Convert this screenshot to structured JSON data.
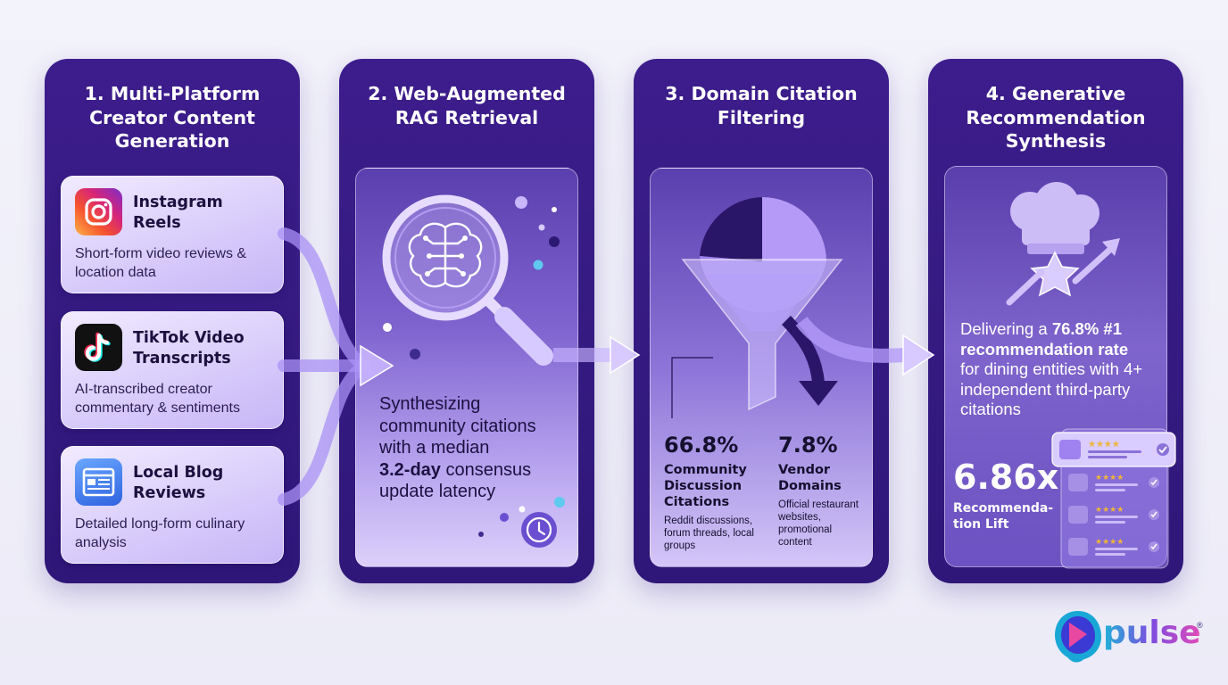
{
  "colors": {
    "panel": "#341a80",
    "card": "#d9cdfb",
    "accent": "#9b7cf0",
    "brand_pink": "#e24bb8",
    "brand_cyan": "#20b6d8"
  },
  "steps": [
    {
      "title_lines": [
        "1. Multi-Platform",
        "Creator Content",
        "Generation"
      ]
    },
    {
      "title_lines": [
        "2. Web-Augmented",
        "RAG Retrieval"
      ]
    },
    {
      "title_lines": [
        "3. Domain Citation",
        "Filtering"
      ]
    },
    {
      "title_lines": [
        "4. Generative",
        "Recommendation",
        "Synthesis"
      ]
    }
  ],
  "sources": [
    {
      "icon": "instagram-icon",
      "title_lines": [
        "Instagram",
        "Reels"
      ],
      "desc_lines": [
        "Short-form video reviews &",
        "location data"
      ]
    },
    {
      "icon": "tiktok-icon",
      "title_lines": [
        "TikTok Video",
        "Transcripts"
      ],
      "desc_lines": [
        "AI-transcribed creator",
        "commentary & sentiments"
      ]
    },
    {
      "icon": "blog-icon",
      "title_lines": [
        "Local Blog",
        "Reviews"
      ],
      "desc_lines": [
        "Detailed long-form culinary",
        "analysis"
      ]
    }
  ],
  "retrieval": {
    "icon": "brain-search-icon",
    "lines": [
      [
        {
          "t": "Synthesizing",
          "b": false
        }
      ],
      [
        {
          "t": "community citations",
          "b": false
        }
      ],
      [
        {
          "t": "with a median",
          "b": false
        }
      ],
      [
        {
          "t": "3.2-day",
          "b": true
        },
        {
          "t": " consensus",
          "b": false
        }
      ],
      [
        {
          "t": "update latency",
          "b": false
        }
      ]
    ]
  },
  "filtering": {
    "community": {
      "value": "66.8%",
      "label_lines": [
        "Community",
        "Discussion",
        "Citations"
      ],
      "desc_lines": [
        "Reddit discussions,",
        "forum threads, local",
        "groups"
      ]
    },
    "vendor": {
      "value": "7.8%",
      "label_lines": [
        "Vendor",
        "Domains"
      ],
      "desc_lines": [
        "Official restaurant",
        "websites,",
        "promotional",
        "content"
      ]
    }
  },
  "synthesis": {
    "lines": [
      [
        {
          "t": "Delivering a ",
          "b": false
        },
        {
          "t": "76.8% #1",
          "b": true
        }
      ],
      [
        {
          "t": "recommendation rate",
          "b": true
        }
      ],
      [
        {
          "t": "for dining entities with 4+",
          "b": false
        }
      ],
      [
        {
          "t": "independent third-party",
          "b": false
        }
      ],
      [
        {
          "t": "citations",
          "b": false
        }
      ]
    ],
    "lift_value": "6.86x",
    "lift_label_lines": [
      "Recommenda-",
      "tion Lift"
    ]
  },
  "brand": {
    "name": "pulse",
    "mark": "®"
  }
}
